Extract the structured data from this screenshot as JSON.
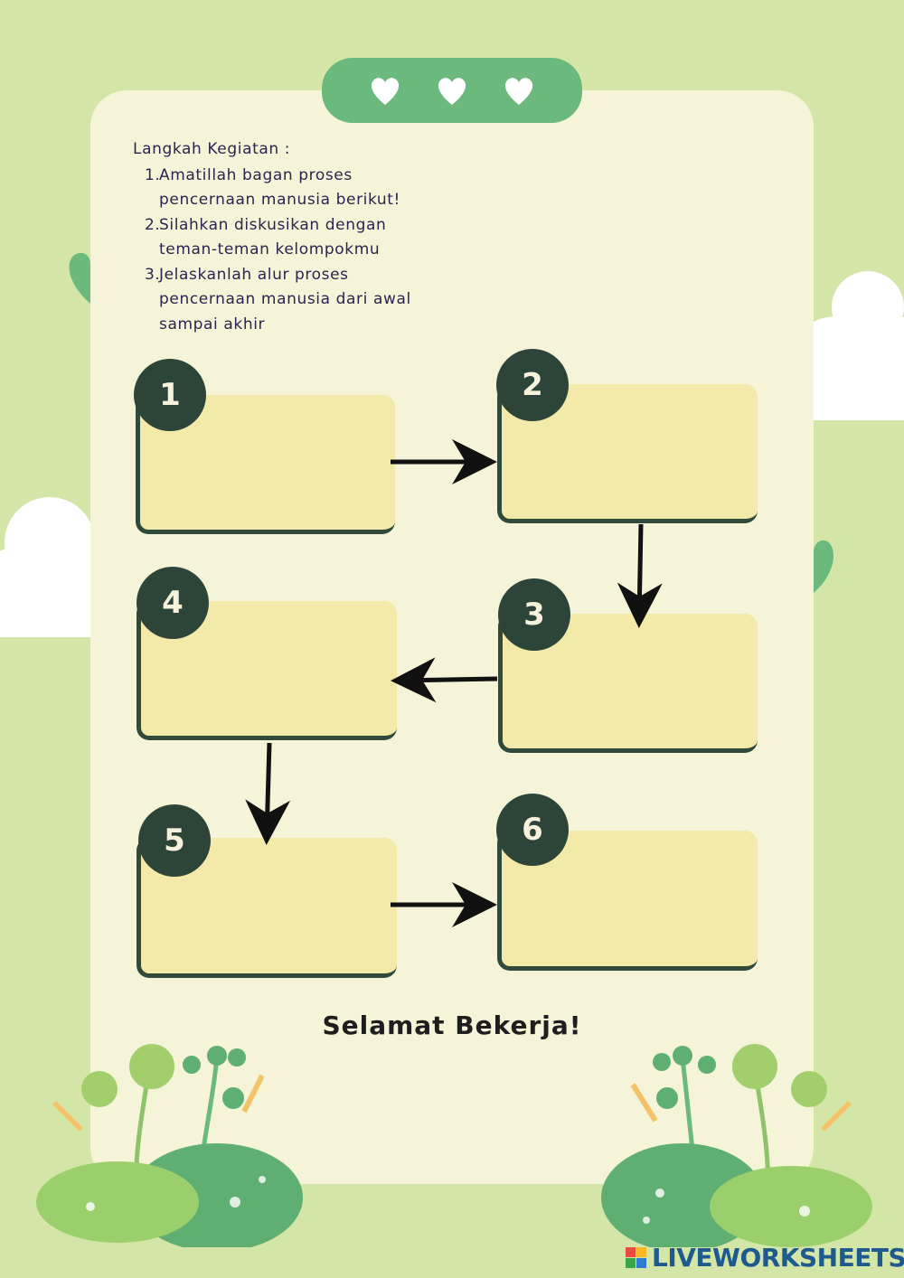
{
  "instructions": {
    "heading": "Langkah Kegiatan :",
    "steps": [
      {
        "num": "1.",
        "line1": "Amatillah bagan proses",
        "line2": "pencernaan manusia berikut!",
        "line3": ""
      },
      {
        "num": "2.",
        "line1": "Silahkan diskusikan dengan",
        "line2": "teman-teman kelompokmu",
        "line3": ""
      },
      {
        "num": "3.",
        "line1": "Jelaskanlah alur proses",
        "line2": "pencernaan manusia dari awal",
        "line3": "sampai akhir"
      }
    ]
  },
  "flow": {
    "badges": [
      "1",
      "2",
      "3",
      "4",
      "5",
      "6"
    ]
  },
  "closing": "Selamat Bekerja!",
  "brand": "LIVEWORKSHEETS",
  "colors": {
    "background": "#d4e6a7",
    "sheet": "#f5f4d8",
    "box": "#f3e9a8",
    "badge": "#2d4538",
    "accent_green": "#6cb97d"
  },
  "icons": [
    "heart-icon",
    "arrow-right-icon",
    "arrow-down-icon",
    "arrow-left-icon",
    "cloud-decoration",
    "plant-decoration"
  ]
}
